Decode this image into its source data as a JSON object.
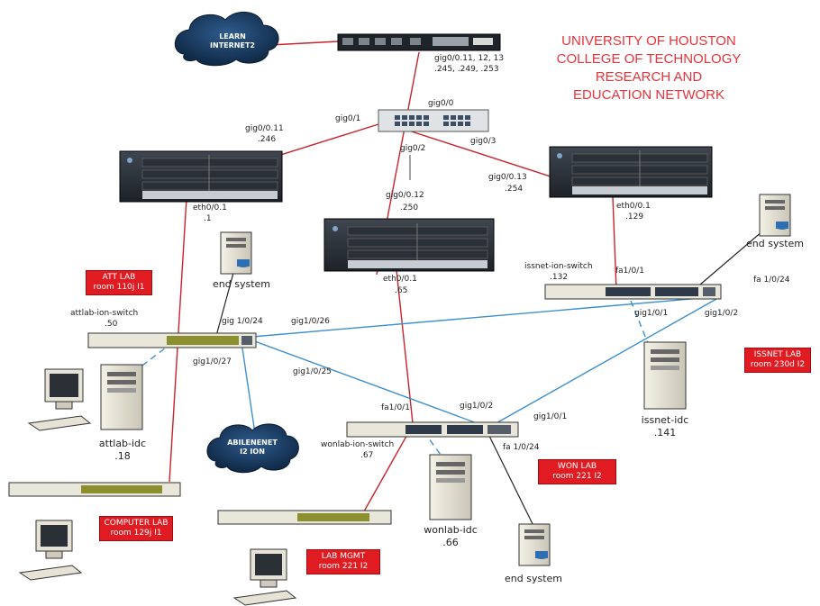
{
  "title_lines": [
    "UNIVERSITY OF HOUSTON",
    "COLLEGE OF TECHNOLOGY",
    "RESEARCH AND",
    "EDUCATION NETWORK"
  ],
  "clouds": {
    "learn": [
      "LEARN",
      "INTERNET2"
    ],
    "abilene": [
      "ABILENENET",
      "I2 ION"
    ]
  },
  "labs": {
    "att": [
      "ATT LAB",
      "room 110j I1"
    ],
    "computer": [
      "COMPUTER LAB",
      "room 129j I1"
    ],
    "mgmt": [
      "LAB MGMT",
      "room 221 I2"
    ],
    "won": [
      "WON LAB",
      "room 221 I2"
    ],
    "issnet": [
      "ISSNET LAB",
      "room 230d I2"
    ]
  },
  "labels": {
    "top_router_ports": "gig0/0.11, 12, 13",
    "top_router_ips": ".245, .249, .253",
    "core_gig0": "gig0/0",
    "core_gig1": "gig0/1",
    "core_gig2": "gig0/2",
    "core_gig3": "gig0/3",
    "left_router_port": "gig0/0.11",
    "left_router_ip": ".246",
    "left_router_eth": "eth0/0.1",
    "left_router_eth_ip": ".1",
    "mid_router_port": "gig0/0.12",
    "mid_router_ip": ".250",
    "mid_router_eth": "eth0/0.1",
    "mid_router_eth_ip": ".65",
    "right_router_port": "gig0/0.13",
    "right_router_ip": ".254",
    "right_router_eth": "eth0/0.1",
    "right_router_eth_ip": ".129",
    "issnet_switch": "issnet-ion-switch",
    "issnet_switch_ip": ".132",
    "issnet_fa1": "fa1/0/1",
    "issnet_fa24": "fa 1/0/24",
    "issnet_gig1": "gig1/0/1",
    "issnet_gig2": "gig1/0/2",
    "attlab_switch": "attlab-ion-switch",
    "attlab_switch_ip": ".50",
    "attlab_gig24": "gig 1/0/24",
    "attlab_gig26": "gig1/0/26",
    "attlab_gig27": "gig1/0/27",
    "attlab_gig25": "gig1/0/25",
    "won_fa1": "fa1/0/1",
    "won_gig2": "gig1/0/2",
    "won_gig1": "gig1/0/1",
    "won_switch": "wonlab-ion-switch",
    "won_switch_ip": ".67",
    "won_fa24": "fa 1/0/24",
    "end_system_1": "end system",
    "end_system_2": "end system",
    "end_system_3": "end system",
    "attlab_idc": "attlab-idc",
    "attlab_idc_ip": ".18",
    "issnet_idc": "issnet-idc",
    "issnet_idc_ip": ".141",
    "wonlab_idc": "wonlab-idc",
    "wonlab_idc_ip": ".66"
  },
  "colors": {
    "title": "#e8343a",
    "red_link": "#c8232b",
    "blue_link": "#3d8fcf",
    "black_link": "#222222",
    "cloud": "#16375f",
    "lab_box": "#e11b22"
  }
}
